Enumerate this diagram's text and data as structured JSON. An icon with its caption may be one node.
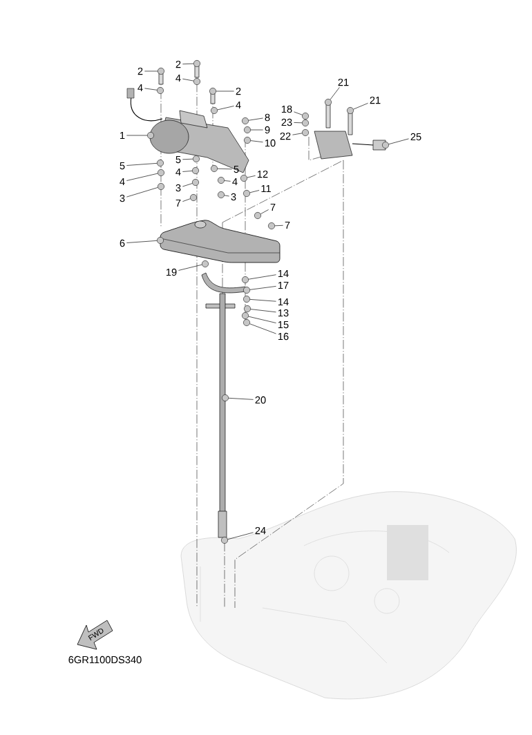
{
  "diagram": {
    "nodes": [
      {
        "text": [
          "2"
        ]
      },
      {
        "text": [
          "2"
        ]
      },
      {
        "text": [
          "4"
        ]
      },
      {
        "text": [
          "4"
        ]
      },
      {
        "text": [
          "2"
        ]
      },
      {
        "text": [
          "4"
        ]
      },
      {
        "text": [
          "21"
        ]
      },
      {
        "text": [
          "21"
        ]
      },
      {
        "text": [
          "18"
        ]
      },
      {
        "text": [
          "8"
        ]
      },
      {
        "text": [
          "23"
        ]
      },
      {
        "text": [
          "9"
        ]
      },
      {
        "text": [
          "1"
        ]
      },
      {
        "text": [
          "22"
        ]
      },
      {
        "text": [
          "25"
        ]
      },
      {
        "text": [
          "10"
        ]
      },
      {
        "text": [
          "5"
        ]
      },
      {
        "text": [
          "5"
        ]
      },
      {
        "text": [
          "5"
        ]
      },
      {
        "text": [
          "4"
        ]
      },
      {
        "text": [
          "4"
        ]
      },
      {
        "text": [
          "12"
        ]
      },
      {
        "text": [
          "4"
        ]
      },
      {
        "text": [
          "3"
        ]
      },
      {
        "text": [
          "3"
        ]
      },
      {
        "text": [
          "11"
        ]
      },
      {
        "text": [
          "3"
        ]
      },
      {
        "text": [
          "7"
        ]
      },
      {
        "text": [
          "7"
        ]
      },
      {
        "text": [
          "7"
        ]
      },
      {
        "text": [
          "6"
        ]
      },
      {
        "text": [
          "19"
        ]
      },
      {
        "text": [
          "14"
        ]
      },
      {
        "text": [
          "17"
        ]
      },
      {
        "text": [
          "14"
        ]
      },
      {
        "text": [
          "13"
        ]
      },
      {
        "text": [
          "15"
        ]
      },
      {
        "text": [
          "16"
        ]
      },
      {
        "text": [
          "20"
        ]
      },
      {
        "text": [
          "24"
        ]
      },
      {
        "text": [],
        "shape": "circle"
      },
      {
        "text": [],
        "shape": "circle"
      },
      {
        "text": [],
        "shape": "circle"
      },
      {
        "text": [],
        "shape": "circle"
      },
      {
        "text": [],
        "shape": "circle"
      },
      {
        "text": [],
        "shape": "circle"
      },
      {
        "text": [],
        "shape": "circle"
      },
      {
        "text": [],
        "shape": "circle"
      },
      {
        "text": [],
        "shape": "circle"
      },
      {
        "text": [],
        "shape": "circle"
      },
      {
        "text": [],
        "shape": "circle"
      },
      {
        "text": [],
        "shape": "circle"
      },
      {
        "text": [],
        "shape": "circle"
      },
      {
        "text": [],
        "shape": "circle"
      },
      {
        "text": [],
        "shape": "circle"
      },
      {
        "text": [],
        "shape": "circle"
      },
      {
        "text": [],
        "shape": "circle"
      },
      {
        "text": [],
        "shape": "circle"
      },
      {
        "text": [],
        "shape": "circle"
      },
      {
        "text": [],
        "shape": "circle"
      },
      {
        "text": [],
        "shape": "circle"
      },
      {
        "text": [],
        "shape": "circle"
      },
      {
        "text": [],
        "shape": "circle"
      },
      {
        "text": [],
        "shape": "circle"
      },
      {
        "text": [],
        "shape": "circle"
      },
      {
        "text": [],
        "shape": "circle"
      },
      {
        "text": [],
        "shape": "circle"
      },
      {
        "text": [],
        "shape": "circle"
      },
      {
        "text": [],
        "shape": "circle"
      },
      {
        "text": [],
        "shape": "circle"
      },
      {
        "text": [],
        "shape": "circle"
      },
      {
        "text": [],
        "shape": "circle"
      },
      {
        "text": [],
        "shape": "circle"
      },
      {
        "text": [],
        "shape": "circle"
      },
      {
        "text": [],
        "shape": "circle"
      },
      {
        "text": [],
        "shape": "circle"
      },
      {
        "text": [],
        "shape": "circle"
      },
      {
        "text": [],
        "shape": "circle"
      },
      {
        "text": [],
        "shape": "circle"
      },
      {
        "text": [],
        "shape": "circle"
      }
    ],
    "edges": [
      {
        "from": 0,
        "to": 40,
        "arrow": "none"
      },
      {
        "from": 1,
        "to": 41,
        "arrow": "none"
      },
      {
        "from": 2,
        "to": 42,
        "arrow": "none"
      },
      {
        "from": 3,
        "to": 43,
        "arrow": "none"
      },
      {
        "from": 4,
        "to": 44,
        "arrow": "none"
      },
      {
        "from": 5,
        "to": 45,
        "arrow": "none"
      },
      {
        "from": 6,
        "to": 46,
        "arrow": "none"
      },
      {
        "from": 7,
        "to": 47,
        "arrow": "none"
      },
      {
        "from": 8,
        "to": 48,
        "arrow": "none"
      },
      {
        "from": 9,
        "to": 49,
        "arrow": "none"
      },
      {
        "from": 10,
        "to": 50,
        "arrow": "none"
      },
      {
        "from": 11,
        "to": 51,
        "arrow": "none"
      },
      {
        "from": 12,
        "to": 52,
        "arrow": "none"
      },
      {
        "from": 13,
        "to": 53,
        "arrow": "none"
      },
      {
        "from": 14,
        "to": 54,
        "arrow": "none"
      },
      {
        "from": 15,
        "to": 55,
        "arrow": "none"
      },
      {
        "from": 16,
        "to": 56,
        "arrow": "none"
      },
      {
        "from": 17,
        "to": 57,
        "arrow": "none"
      },
      {
        "from": 18,
        "to": 58,
        "arrow": "none"
      },
      {
        "from": 19,
        "to": 59,
        "arrow": "none"
      },
      {
        "from": 20,
        "to": 60,
        "arrow": "none"
      },
      {
        "from": 21,
        "to": 61,
        "arrow": "none"
      },
      {
        "from": 22,
        "to": 62,
        "arrow": "none"
      },
      {
        "from": 23,
        "to": 63,
        "arrow": "none"
      },
      {
        "from": 24,
        "to": 64,
        "arrow": "none"
      },
      {
        "from": 25,
        "to": 65,
        "arrow": "none"
      },
      {
        "from": 26,
        "to": 66,
        "arrow": "none"
      },
      {
        "from": 27,
        "to": 67,
        "arrow": "none"
      },
      {
        "from": 28,
        "to": 68,
        "arrow": "none"
      },
      {
        "from": 29,
        "to": 69,
        "arrow": "none"
      },
      {
        "from": 30,
        "to": 70,
        "arrow": "none"
      },
      {
        "from": 31,
        "to": 71,
        "arrow": "none"
      },
      {
        "from": 32,
        "to": 72,
        "arrow": "none"
      },
      {
        "from": 33,
        "to": 73,
        "arrow": "none"
      },
      {
        "from": 34,
        "to": 74,
        "arrow": "none"
      },
      {
        "from": 35,
        "to": 75,
        "arrow": "none"
      },
      {
        "from": 36,
        "to": 76,
        "arrow": "none"
      },
      {
        "from": 37,
        "to": 77,
        "arrow": "none"
      },
      {
        "from": 38,
        "to": 78,
        "arrow": "none"
      },
      {
        "from": 39,
        "to": 79,
        "arrow": "none"
      }
    ],
    "labels": [
      "FWD",
      "6GR1100DS340"
    ]
  }
}
